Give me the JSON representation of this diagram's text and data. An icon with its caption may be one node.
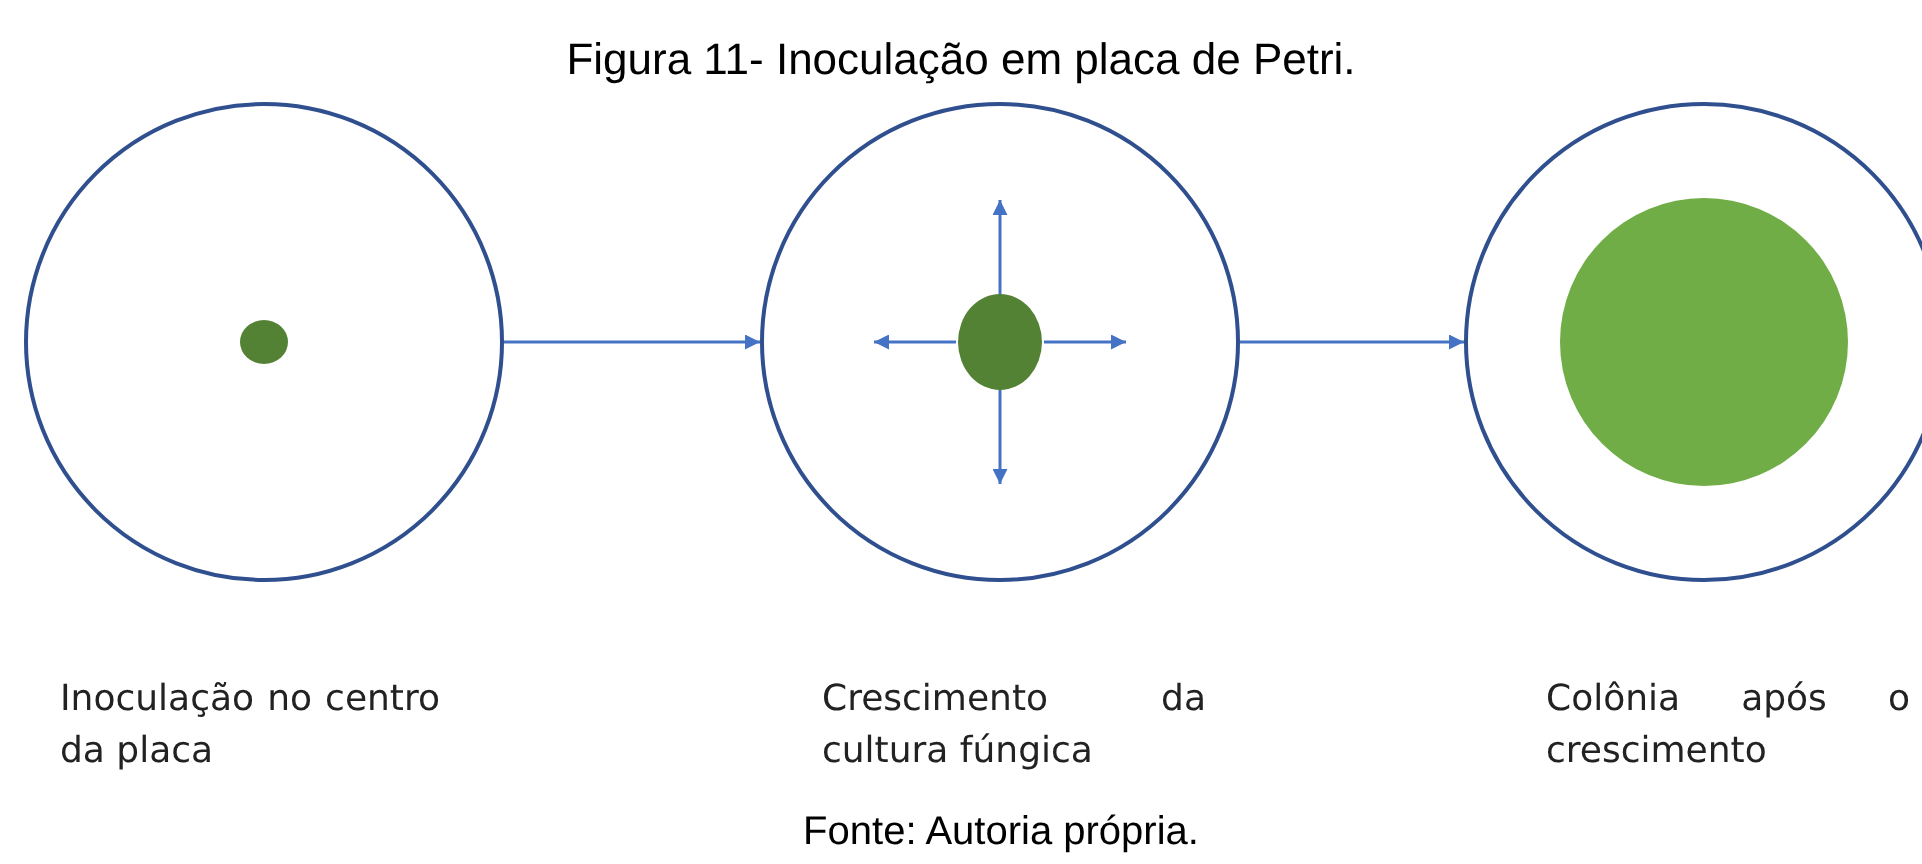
{
  "diagram": {
    "title": "Figura 11- Inoculação em placa de Petri.",
    "caption": "Fonte: Autoria própria.",
    "nodes": [
      {
        "text": [],
        "shape": "circle",
        "beside": [
          "Inoculação no centro da placa"
        ]
      },
      {
        "text": [],
        "shape": "circle",
        "beside": [
          "Crescimento da cultura fúngica"
        ]
      },
      {
        "text": [],
        "shape": "circle",
        "beside": [
          "Colônia após o crescimento"
        ]
      }
    ],
    "edges": [
      {
        "from": 0,
        "to": 1,
        "arrow": "to"
      },
      {
        "from": 1,
        "to": 2,
        "arrow": "to"
      }
    ]
  }
}
